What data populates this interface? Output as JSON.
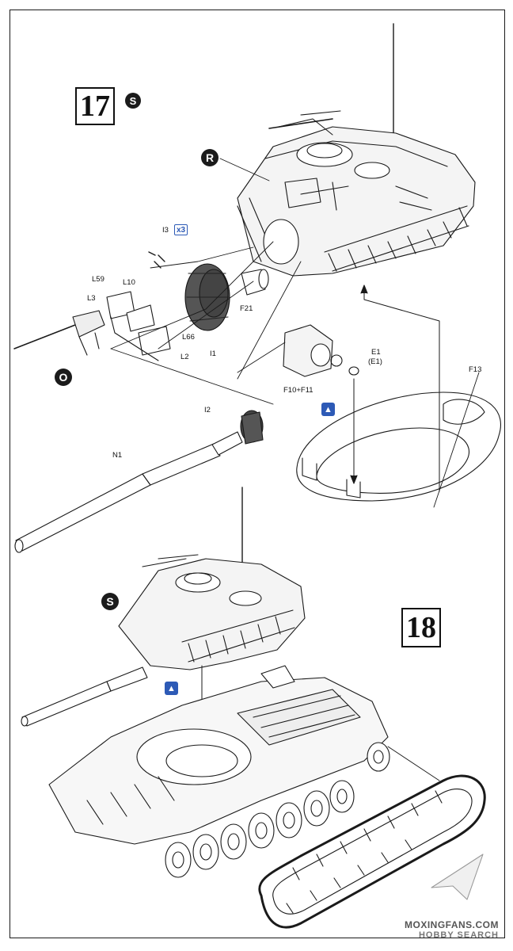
{
  "steps": {
    "step17": "17",
    "step18": "18"
  },
  "callouts": {
    "s_top": "S",
    "r": "R",
    "o": "O",
    "s_bottom": "S"
  },
  "parts": {
    "i3": "I3",
    "qty_x3": "x3",
    "l59": "L59",
    "l10": "L10",
    "l3": "L3",
    "l66": "L66",
    "l2": "L2",
    "i1": "I1",
    "f21": "F21",
    "e1": "E1",
    "e1_alt": "(E1)",
    "f10f11": "F10+F11",
    "f13": "F13",
    "i2": "I2",
    "n1": "N1"
  },
  "icons": {
    "glue_top": "glue-icon",
    "glue_bottom": "glue-icon"
  },
  "watermark": {
    "line1": "MOXINGFANS.COM",
    "line2": "HOBBY SEARCH"
  },
  "colors": {
    "line": "#1a1a1a",
    "accent_blue": "#2d5ab6",
    "watermark": "#777777"
  }
}
